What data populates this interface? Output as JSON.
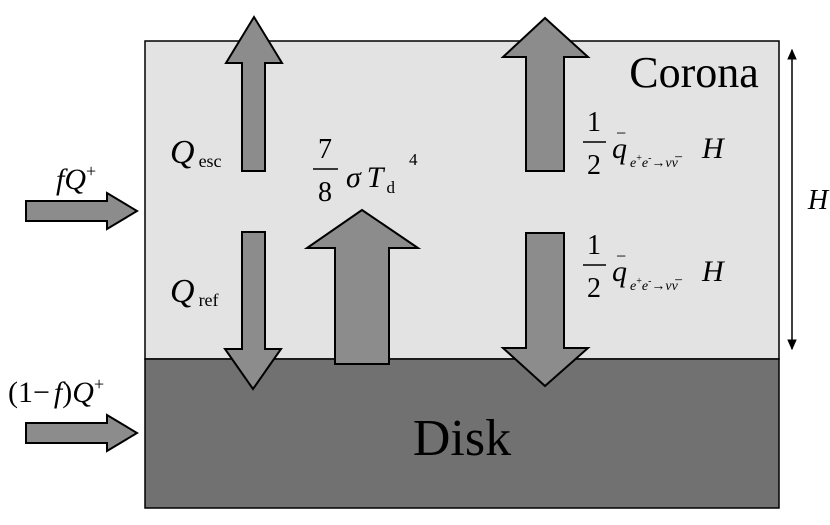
{
  "regions": {
    "corona": {
      "label": "Corona",
      "fill": "#e3e3e3"
    },
    "disk": {
      "label": "Disk",
      "fill": "#717171"
    }
  },
  "arrow_fill": "#8c8c8c",
  "height_marker": {
    "label": "H"
  },
  "inputs": {
    "corona_input": {
      "f": "f",
      "q": "Q",
      "sup": "+"
    },
    "disk_input": {
      "prefix": "(1−",
      "f": "f",
      "close": ")",
      "q": "Q",
      "sup": "+"
    }
  },
  "fluxes": {
    "q_esc": {
      "symbol": "Q",
      "sub": "esc"
    },
    "q_ref": {
      "symbol": "Q",
      "sub": "ref"
    },
    "disk_radiation": {
      "numerator": "7",
      "denominator": "8",
      "sigma": "σ",
      "t": "T",
      "sub": "d",
      "power": "4"
    },
    "neutrino_up": {
      "numerator": "1",
      "denominator": "2",
      "q": "q",
      "minus": "−",
      "e1": "e",
      "e1sup": "+",
      "e2": "e",
      "e2sup": "-",
      "arrow": "→",
      "nu": "νν̅",
      "h": "H"
    },
    "neutrino_down": {
      "numerator": "1",
      "denominator": "2",
      "q": "q",
      "minus": "−",
      "e1": "e",
      "e1sup": "+",
      "e2": "e",
      "e2sup": "-",
      "arrow": "→",
      "nu": "νν̅",
      "h": "H"
    }
  }
}
